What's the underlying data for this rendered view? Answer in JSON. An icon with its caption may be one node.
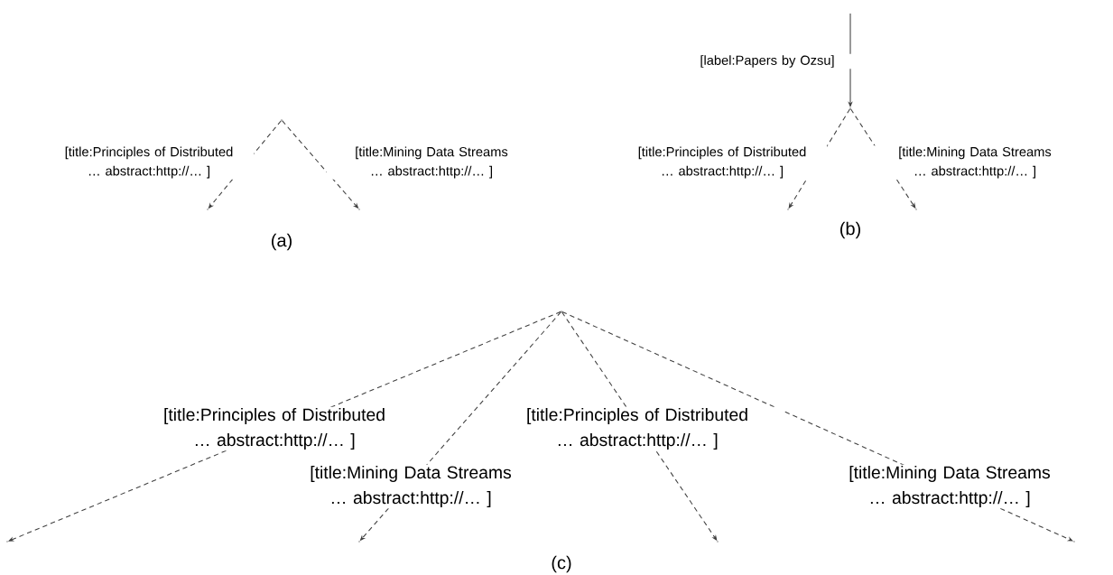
{
  "diagram": {
    "nodes": [
      {
        "text": [],
        "shape": "point"
      },
      {
        "text": [],
        "shape": "point"
      },
      {
        "text": [],
        "shape": "point"
      },
      {
        "text": [],
        "shape": "point"
      },
      {
        "text": [],
        "shape": "point"
      },
      {
        "text": [],
        "shape": "point"
      },
      {
        "text": [],
        "shape": "point"
      },
      {
        "text": [],
        "shape": "point"
      },
      {
        "text": [],
        "shape": "point"
      },
      {
        "text": [],
        "shape": "point"
      },
      {
        "text": [],
        "shape": "point"
      }
    ],
    "edges": [
      {
        "from": 0,
        "to": 1,
        "arrow": "to",
        "style": "dashed",
        "label": "[title:Principles of Distributed … abstract:http://… ]"
      },
      {
        "from": 0,
        "to": 2,
        "arrow": "to",
        "style": "dashed",
        "label": "[title:Mining Data Streams … abstract:http://… ]"
      },
      {
        "from": null,
        "to": 3,
        "arrow": "to",
        "label": "[label:Papers by Ozsu]"
      },
      {
        "from": 3,
        "to": 4,
        "arrow": "to",
        "style": "dashed",
        "label": "[title:Principles of Distributed … abstract:http://… ]"
      },
      {
        "from": 3,
        "to": 5,
        "arrow": "to",
        "style": "dashed",
        "label": "[title:Mining Data Streams … abstract:http://… ]"
      },
      {
        "from": 6,
        "to": 7,
        "arrow": "to",
        "style": "dashed",
        "label": "[title:Principles of Distributed … abstract:http://… ]"
      },
      {
        "from": 6,
        "to": 8,
        "arrow": "to",
        "style": "dashed",
        "label": "[title:Mining Data Streams … abstract:http://… ]"
      },
      {
        "from": 6,
        "to": 9,
        "arrow": "to",
        "style": "dashed",
        "label": "[title:Principles of Distributed … abstract:http://… ]"
      },
      {
        "from": 6,
        "to": 10,
        "arrow": "to",
        "style": "dashed",
        "label": "[title:Mining Data Streams … abstract:http://… ]"
      }
    ],
    "labels": [
      "(a)",
      "(b)",
      "(c)"
    ]
  }
}
